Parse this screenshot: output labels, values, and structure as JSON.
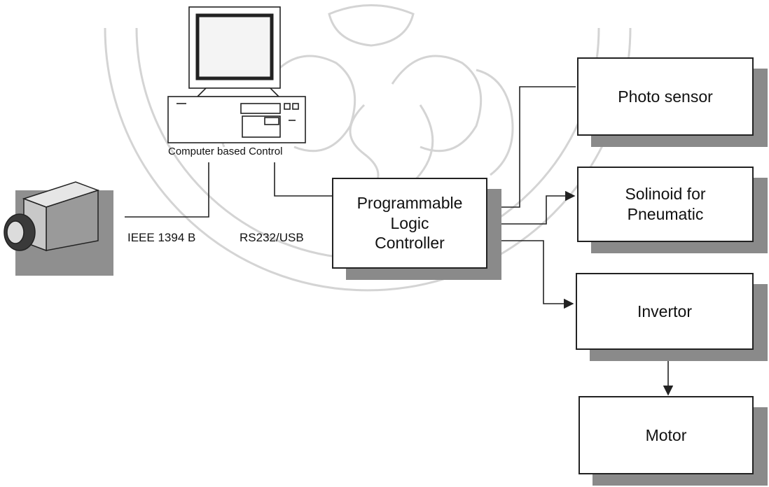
{
  "diagram": {
    "computer_label": "Computer based Control",
    "camera_link_label": "IEEE 1394 B",
    "serial_link_label": "RS232/USB",
    "plc": {
      "line1": "Programmable",
      "line2": "Logic",
      "line3": "Controller"
    },
    "photo_sensor": "Photo sensor",
    "solenoid": {
      "line1": "Solinoid for",
      "line2": "Pneumatic"
    },
    "invertor": "Invertor",
    "motor": "Motor"
  },
  "colors": {
    "line": "#222222",
    "shadow": "#8a8a8a",
    "watermark": "#cfcfcf"
  },
  "icons": [
    "computer-icon",
    "camera-icon",
    "university-seal-watermark"
  ]
}
